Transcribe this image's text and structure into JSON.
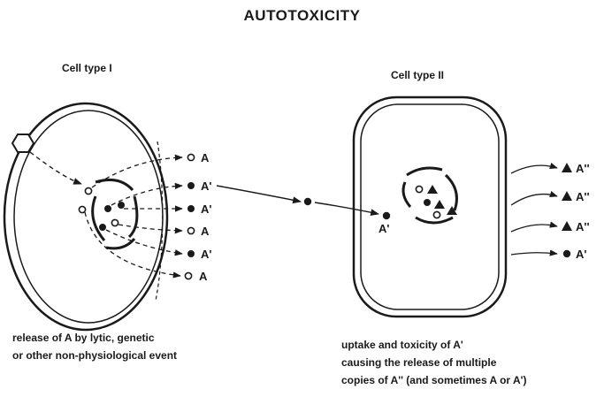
{
  "title": "AUTOTOXICITY",
  "cell1": {
    "label": "Cell type I",
    "caption": [
      "release of A by lytic, genetic",
      "or other non-physiological event"
    ],
    "outputs": [
      "A",
      "A'",
      "A'",
      "A",
      "A'",
      "A"
    ]
  },
  "cell2": {
    "label": "Cell type II",
    "entry_label": "A'",
    "caption": [
      "uptake and toxicity of A'",
      "causing the release of multiple",
      "copies of A'' (and sometimes A or A')"
    ],
    "outputs": [
      "A''",
      "A''",
      "A''",
      "A'"
    ]
  },
  "colors": {
    "ink": "#1a1a1a",
    "paper": "#ffffff"
  }
}
